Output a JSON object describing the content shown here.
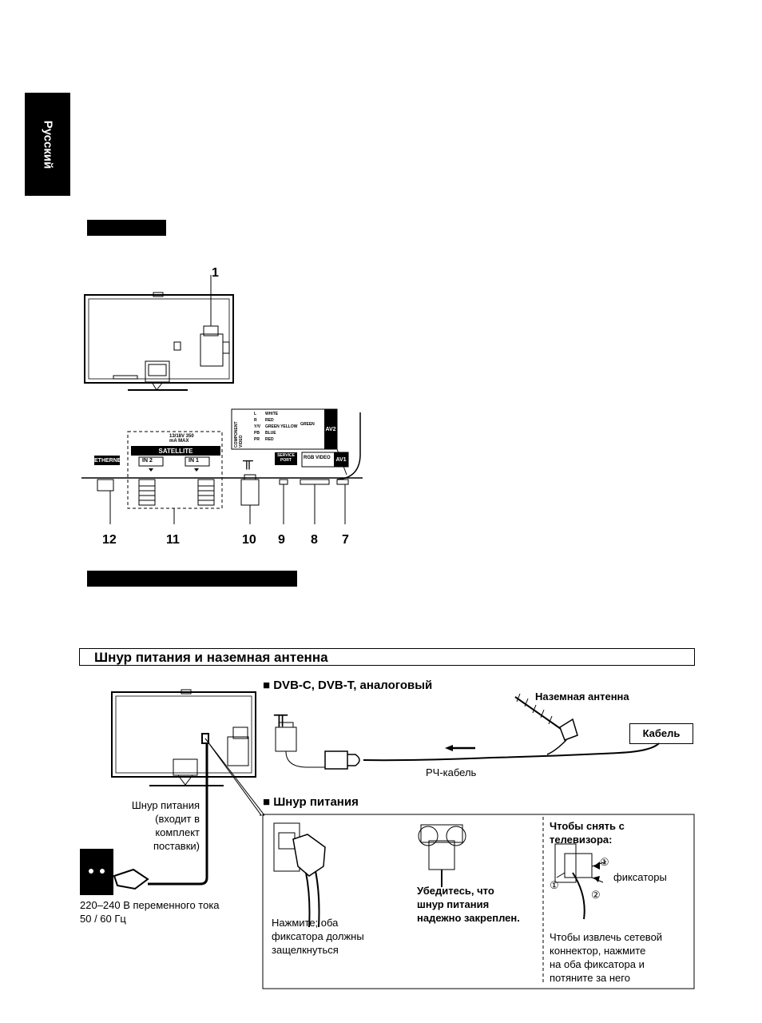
{
  "side_tab": {
    "label": "Русский"
  },
  "rear_panel": {
    "callout_top": "1",
    "callouts_bottom": [
      "12",
      "11",
      "10",
      "9",
      "8",
      "7"
    ],
    "terminal_labels": {
      "ethernet": "ETHERNET",
      "satellite": "SATELLITE",
      "in2": "IN 2",
      "in1": "IN 1",
      "service_port": "SERVICE PORT",
      "av1": "AV1",
      "av2": "AV2",
      "rgb_video": "RGB VIDEO",
      "green": "GREEN",
      "component": "COMPONENT VIDEO",
      "sat_power": "13/18V 350 mA MAX",
      "component_rows": [
        "L",
        "R",
        "Y/V",
        "PB",
        "PR"
      ],
      "component_colors": [
        "WHITE",
        "RED",
        "GREEN YELLOW",
        "BLUE",
        "RED"
      ]
    }
  },
  "section": {
    "title": "Шнур питания и наземная антенна"
  },
  "antenna_block": {
    "heading": "■ DVB-C, DVB-T, аналоговый",
    "terrestrial_antenna": "Наземная антенна",
    "cable": "Кабель",
    "rf_cable": "РЧ-кабель"
  },
  "power_block": {
    "heading": "■ Шнур питания",
    "cord_note": [
      "Шнур питания",
      "(входит в комплект",
      "поставки)"
    ],
    "mains": [
      "220–240 В переменного тока",
      "50 / 60 Гц"
    ],
    "press_note": [
      "Нажмите; оба",
      "фиксатора должны",
      "защелкнуться"
    ],
    "secure_note": [
      "Убедитесь, что",
      "шнур питания",
      "надежно закреплен."
    ],
    "remove_title": [
      "Чтобы снять с",
      "телевизора:"
    ],
    "latches": "фиксаторы",
    "remove_note": [
      "Чтобы извлечь сетевой",
      "коннектор, нажмите",
      "на оба фиксатора и",
      "потяните за него"
    ],
    "latch_marks": [
      "①",
      "①",
      "②"
    ]
  }
}
